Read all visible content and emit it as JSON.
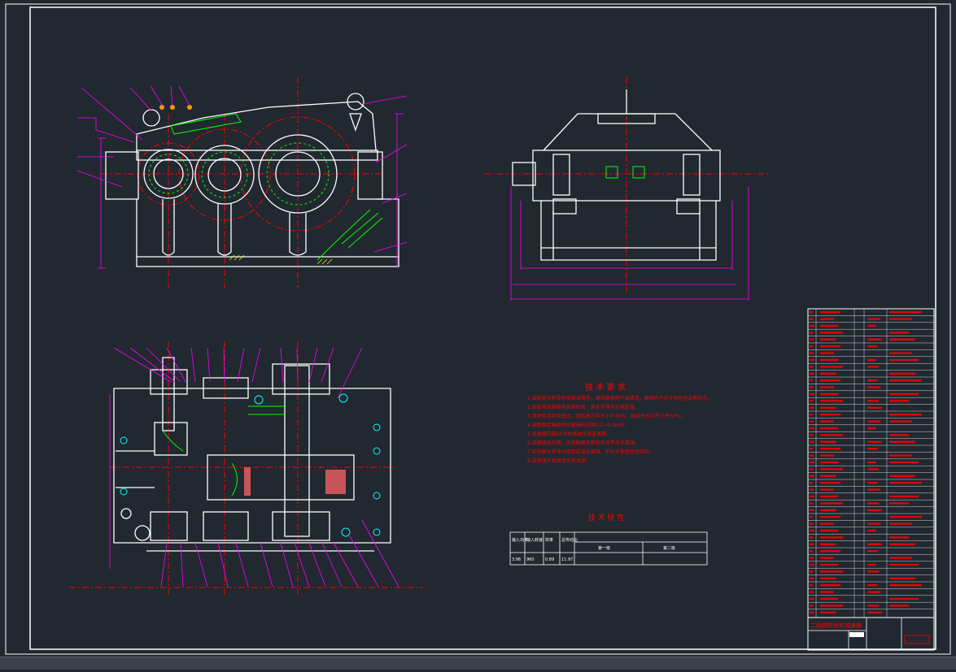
{
  "drawing": {
    "title_zh": "二级圆柱齿轮减速器",
    "tech_requirements": {
      "heading": "技 术 要 求",
      "items": [
        "1.装配前所有零件用煤油清洗，滚动轴承用汽油清洗，箱体内不允许有任何杂物存在。",
        "2.齿轮啮合侧隙用铅丝检验，其余不得大于规定值。",
        "3.用涂色法检验斑点，按齿高方向不小于40%，按齿长方向不小于50%。",
        "4.调整固定轴承时应留轴向间隙0.2~0.3mm。",
        "5.减速器内装50号机械油至规定高度。",
        "6.减速器剖分面、各接触面及密封处均不允许漏油。",
        "7.剖分面允许涂以密封胶或水玻璃，不允许使用任何填料。",
        "8.减速器外表面涂灰色油漆。"
      ]
    },
    "tech_specs": {
      "heading": "技 术 特 性",
      "headers": [
        "输入功率",
        "输入转速",
        "效率",
        "总传动比",
        "第一级",
        "第二级"
      ],
      "values": [
        "3.96",
        "960",
        "0.89",
        "11.97",
        "",
        ""
      ]
    }
  },
  "colors": {
    "background": "#212830",
    "frame": "#ffffff",
    "outline": "#ffffff",
    "dimension": "#ff00ff",
    "centerline": "#ff0000",
    "green": "#00ff00",
    "cyan": "#00ffff",
    "yellow": "#ffff00",
    "table_text": "#ff0000"
  }
}
